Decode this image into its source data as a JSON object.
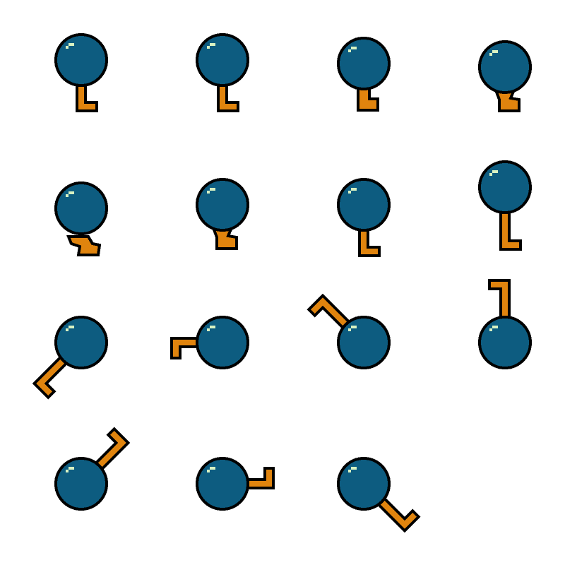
{
  "sprite_sheet": {
    "background": "#ffffff",
    "colors": {
      "orb": "#0d5c80",
      "handle": "#e0840e",
      "outline": "#000000",
      "highlight": "#d8f2c2"
    },
    "frames": [
      {
        "id": 1,
        "row": 1,
        "col": 1,
        "pose": "stem-down-short",
        "angle_deg": 90,
        "stem_length": "short"
      },
      {
        "id": 2,
        "row": 1,
        "col": 2,
        "pose": "stem-down-short",
        "angle_deg": 90,
        "stem_length": "short"
      },
      {
        "id": 3,
        "row": 1,
        "col": 3,
        "pose": "stem-squash-1",
        "angle_deg": 90,
        "stem_length": "squashed"
      },
      {
        "id": 4,
        "row": 1,
        "col": 4,
        "pose": "stem-squash-2",
        "angle_deg": 90,
        "stem_length": "squashed"
      },
      {
        "id": 5,
        "row": 2,
        "col": 1,
        "pose": "stem-squash-3",
        "angle_deg": 90,
        "stem_length": "squashed"
      },
      {
        "id": 6,
        "row": 2,
        "col": 2,
        "pose": "stem-squash-2",
        "angle_deg": 90,
        "stem_length": "squashed"
      },
      {
        "id": 7,
        "row": 2,
        "col": 3,
        "pose": "stem-down-short",
        "angle_deg": 90,
        "stem_length": "short"
      },
      {
        "id": 8,
        "row": 2,
        "col": 4,
        "pose": "stem-down-long",
        "angle_deg": 90,
        "stem_length": "long"
      },
      {
        "id": 9,
        "row": 3,
        "col": 1,
        "pose": "rotate",
        "angle_deg": 135,
        "stem_length": "long"
      },
      {
        "id": 10,
        "row": 3,
        "col": 2,
        "pose": "rotate",
        "angle_deg": 180,
        "stem_length": "short"
      },
      {
        "id": 11,
        "row": 3,
        "col": 3,
        "pose": "rotate",
        "angle_deg": 225,
        "stem_length": "long"
      },
      {
        "id": 12,
        "row": 3,
        "col": 4,
        "pose": "rotate",
        "angle_deg": 270,
        "stem_length": "long"
      },
      {
        "id": 13,
        "row": 4,
        "col": 1,
        "pose": "rotate",
        "angle_deg": 315,
        "stem_length": "long"
      },
      {
        "id": 14,
        "row": 4,
        "col": 2,
        "pose": "rotate",
        "angle_deg": 0,
        "stem_length": "short"
      },
      {
        "id": 15,
        "row": 4,
        "col": 3,
        "pose": "rotate",
        "angle_deg": 45,
        "stem_length": "long"
      }
    ]
  }
}
